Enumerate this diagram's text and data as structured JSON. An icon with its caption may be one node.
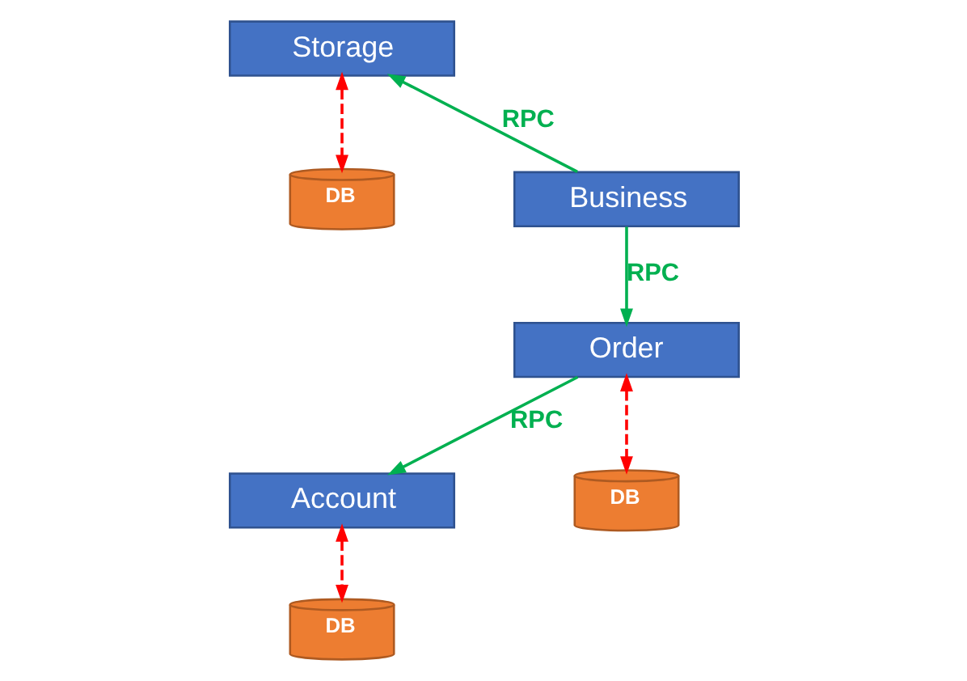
{
  "diagram": {
    "nodes": [
      {
        "text": [
          "Storage"
        ]
      },
      {
        "text": [
          "DB"
        ]
      },
      {
        "text": [
          "Business"
        ]
      },
      {
        "text": [
          "Order"
        ]
      },
      {
        "text": [
          "DB"
        ]
      },
      {
        "text": [
          "Account"
        ]
      },
      {
        "text": [
          "DB"
        ]
      }
    ],
    "edges": [
      {
        "from": 2,
        "to": 0,
        "arrow": "to",
        "label": "RPC",
        "color": "#00b050"
      },
      {
        "from": 0,
        "to": 1,
        "arrow": "both",
        "style": "dashed",
        "color": "#ff0000"
      },
      {
        "from": 2,
        "to": 3,
        "arrow": "to",
        "label": "RPC",
        "color": "#00b050"
      },
      {
        "from": 3,
        "to": 4,
        "arrow": "both",
        "style": "dashed",
        "color": "#ff0000"
      },
      {
        "from": 3,
        "to": 5,
        "arrow": "to",
        "label": "RPC",
        "color": "#00b050"
      },
      {
        "from": 5,
        "to": 6,
        "arrow": "both",
        "style": "dashed",
        "color": "#ff0000"
      }
    ]
  }
}
